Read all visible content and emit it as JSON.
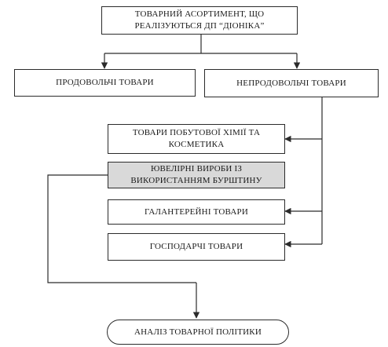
{
  "diagram": {
    "title": "ТОВАРНИЙ АСОРТИМЕНТ, ЩО\nРЕАЛІЗУЮТЬСЯ ДП “ДІОНІКА”",
    "food": "ПРОДОВОЛЬЧІ ТОВАРИ",
    "non_food": "НЕПРОДОВОЛЬЧІ ТОВАРИ",
    "subcategories": [
      "ТОВАРИ ПОБУТОВОЇ ХІМІЇ ТА\nКОСМЕТИКА",
      "ЮВЕЛІРНІ ВИРОБИ ІЗ\nВИКОРИСТАННЯМ БУРШТИНУ",
      "ГАЛАНТЕРЕЙНІ ТОВАРИ",
      "ГОСПОДАРЧІ ТОВАРИ"
    ],
    "result": "АНАЛІЗ ТОВАРНОЇ ПОЛІТИКИ",
    "highlight_color": "#d9d9d9"
  }
}
